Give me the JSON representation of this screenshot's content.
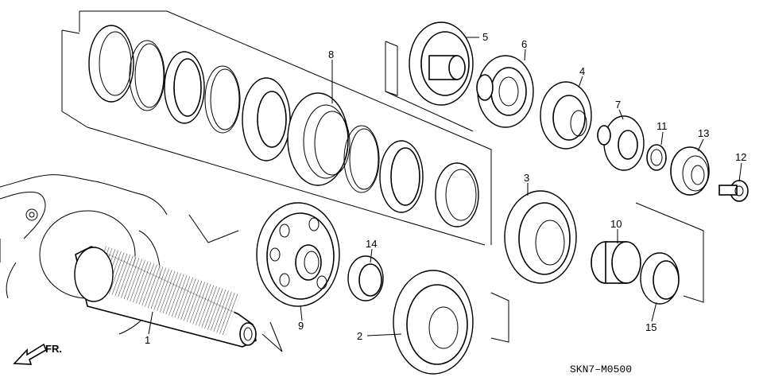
{
  "diagram": {
    "diagram_code": "SKN7–M0500",
    "front_label": "FR.",
    "callouts": [
      {
        "id": "c1",
        "text": "1"
      },
      {
        "id": "c2",
        "text": "2"
      },
      {
        "id": "c3",
        "text": "3"
      },
      {
        "id": "c4",
        "text": "4"
      },
      {
        "id": "c5",
        "text": "5"
      },
      {
        "id": "c6",
        "text": "6"
      },
      {
        "id": "c7",
        "text": "7"
      },
      {
        "id": "c8",
        "text": "8"
      },
      {
        "id": "c9",
        "text": "9"
      },
      {
        "id": "c10",
        "text": "10"
      },
      {
        "id": "c11",
        "text": "11"
      },
      {
        "id": "c12",
        "text": "12"
      },
      {
        "id": "c13",
        "text": "13"
      },
      {
        "id": "c14",
        "text": "14"
      },
      {
        "id": "c15",
        "text": "15"
      }
    ]
  }
}
